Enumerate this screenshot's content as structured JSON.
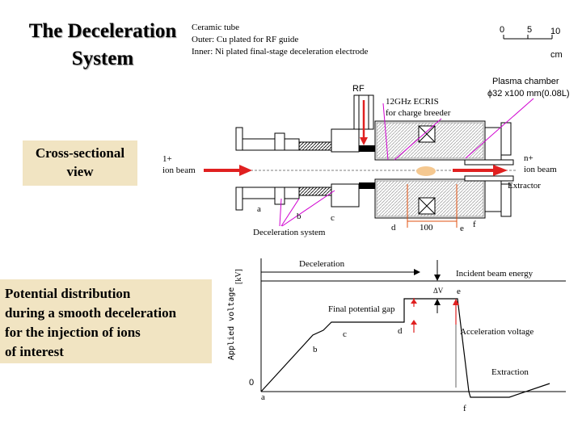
{
  "title": {
    "line1": "The Deceleration",
    "line2": "System"
  },
  "notes": {
    "line1": "Ceramic tube",
    "line2": "Outer: Cu plated for RF guide",
    "line3": "Inner: Ni plated final-stage deceleration electrode"
  },
  "scale": {
    "t0": "0",
    "t5": "5",
    "t10": "10",
    "unit": "cm"
  },
  "cross_section": {
    "label_line1": "Cross-sectional",
    "label_line2": "view",
    "rf": "RF",
    "ecris_line1": "12GHz ECRIS",
    "ecris_line2": "for charge breeder",
    "plasma_line1": "Plasma chamber",
    "plasma_line2": "ϕ32 x100 mm(0.08L)",
    "in_beam_line1": "1+",
    "in_beam_line2": "ion beam",
    "out_beam_line1": "n+",
    "out_beam_line2": "ion beam",
    "extractor": "Extractor",
    "pt_a": "a",
    "pt_b": "b",
    "pt_c": "c",
    "pt_d": "d",
    "pt_e": "e",
    "pt_f": "f",
    "dim_100": "100",
    "decel_system": "Deceleration system"
  },
  "potential": {
    "label_line1": "Potential distribution",
    "label_line2": "during a smooth deceleration",
    "label_line3": "for  the injection of ions",
    "label_line4": "of interest",
    "ylabel": "Applied voltage",
    "yunit": "[kV]",
    "deceleration": "Deceleration",
    "incident": "Incident beam energy",
    "delta_v": "ΔV",
    "final_gap": "Final potential gap",
    "accel": "Acceleration voltage",
    "extraction": "Extraction",
    "zero": "0",
    "pt_a": "a",
    "pt_b": "b",
    "pt_c": "c",
    "pt_d": "d",
    "pt_e": "e",
    "pt_f": "f"
  },
  "colors": {
    "arrow_red": "#e02020",
    "leader_magenta": "#d000d0",
    "marker_orange": "#e05010",
    "plasma": "#f5c890",
    "panel_bg": "#f1e4c2"
  }
}
